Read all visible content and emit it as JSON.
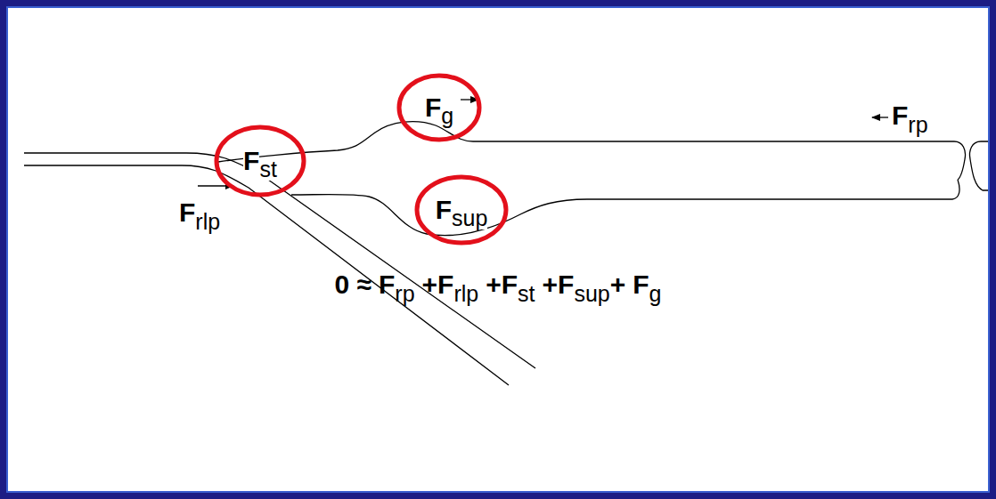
{
  "diagram": {
    "nodes": [
      {
        "text": [
          "F",
          "st"
        ]
      },
      {
        "text": [
          "F",
          "g"
        ]
      },
      {
        "text": [
          "F",
          "sup"
        ]
      }
    ],
    "labels": [
      "F",
      "rp",
      "F",
      "rlp",
      "0 ≈",
      "F",
      "rp",
      "+",
      "F",
      "rlp",
      "+",
      "F",
      "st",
      "+",
      "F",
      "sup",
      "+",
      "F",
      "g"
    ]
  }
}
